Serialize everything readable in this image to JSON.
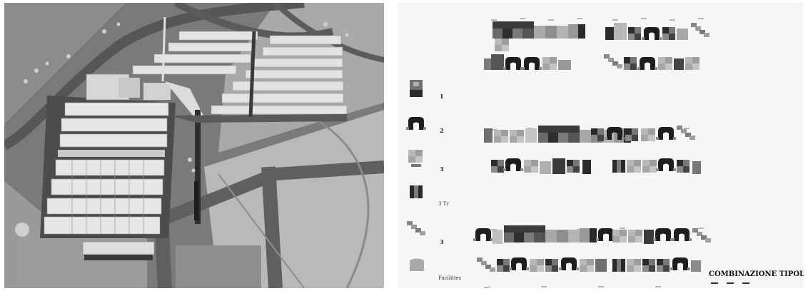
{
  "legend": {
    "items": [
      {
        "label": "1"
      },
      {
        "label": "2"
      },
      {
        "label": "3"
      },
      {
        "label": "3 Tr"
      },
      {
        "label": "3"
      },
      {
        "label": "Facilities"
      }
    ]
  },
  "plate": {
    "title": "COMBINAZIONE TIPOLOGIE"
  },
  "colors": {
    "photo_ground": "#7b7b7b",
    "photo_road": "#5e5e5e",
    "model_block": "#e4e4e2",
    "plate_bg": "#f6f6f4",
    "unit_dark": "#2b2b2b",
    "unit_mid": "#6e6e6e",
    "unit_light": "#b4b4b4"
  }
}
